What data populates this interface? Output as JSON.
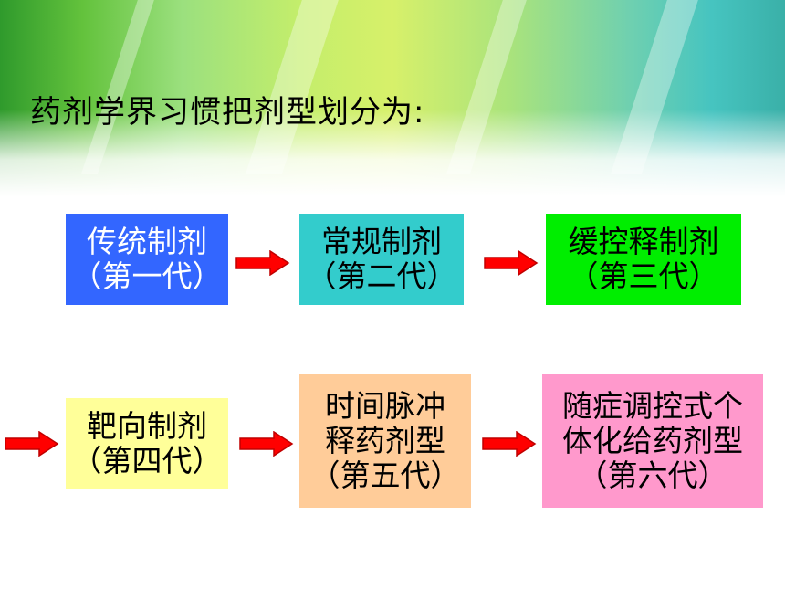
{
  "title": "药剂学界习惯把剂型划分为:",
  "colors": {
    "arrow": "#ff0000",
    "arrow_stroke": "#c00000"
  },
  "boxes": [
    {
      "lines": [
        "传统制剂",
        "（第一代）"
      ],
      "bg": "#3366ff",
      "fg": "#ffffff"
    },
    {
      "lines": [
        "常规制剂",
        "（第二代）"
      ],
      "bg": "#33cccc",
      "fg": "#000000"
    },
    {
      "lines": [
        "缓控释制剂",
        "（第三代）"
      ],
      "bg": "#00ee00",
      "fg": "#000000"
    },
    {
      "lines": [
        "靶向制剂",
        "（第四代）"
      ],
      "bg": "#ffff99",
      "fg": "#000000"
    },
    {
      "lines": [
        "时间脉冲",
        "释药剂型",
        "（第五代）"
      ],
      "bg": "#ffcc99",
      "fg": "#000000"
    },
    {
      "lines": [
        "随症调控式个",
        "体化给药剂型",
        "（第六代）"
      ],
      "bg": "#ff99cc",
      "fg": "#000000"
    }
  ],
  "arrows": [
    "right-arrow-icon",
    "right-arrow-icon",
    "right-arrow-icon",
    "right-arrow-icon",
    "right-arrow-icon"
  ]
}
